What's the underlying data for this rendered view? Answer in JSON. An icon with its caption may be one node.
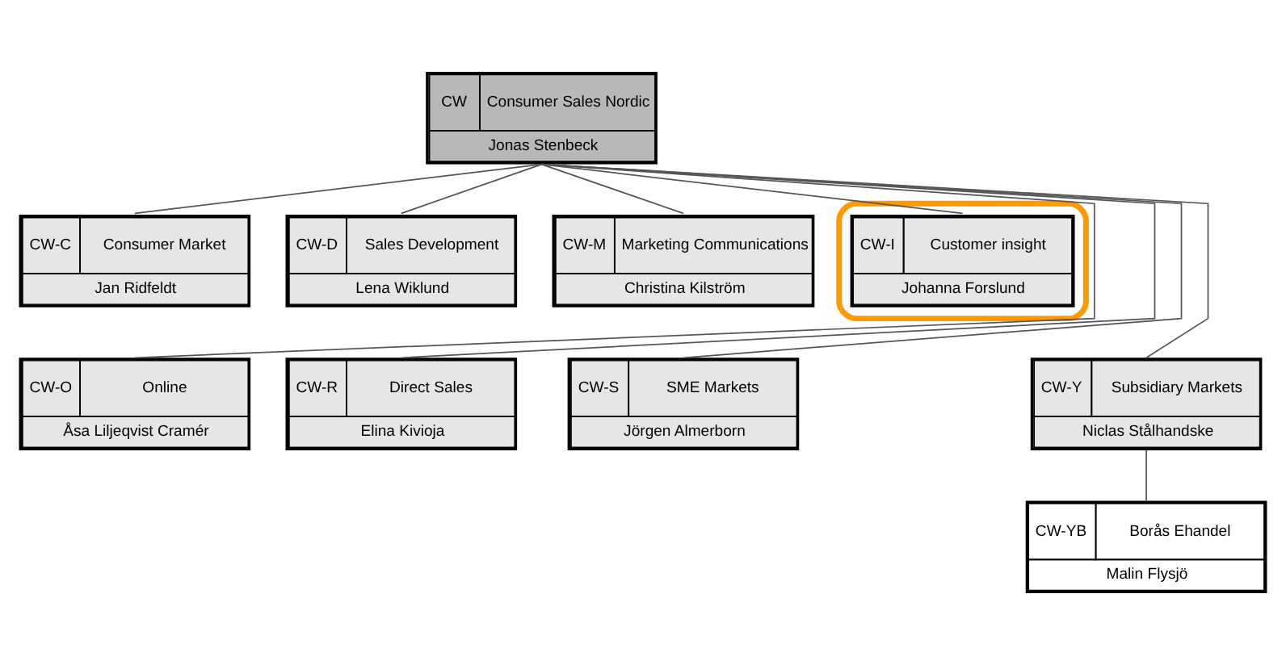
{
  "diagram": {
    "nodes": [
      {
        "text": [
          "CW",
          "Consumer Sales Nordic",
          "Jonas Stenbeck"
        ]
      },
      {
        "text": [
          "CW-C",
          "Consumer Market",
          "Jan Ridfeldt"
        ]
      },
      {
        "text": [
          "CW-D",
          "Sales Development",
          "Lena Wiklund"
        ]
      },
      {
        "text": [
          "CW-M",
          "Marketing Communications",
          "Christina Kilström"
        ]
      },
      {
        "text": [],
        "shape": "ellipse"
      },
      {
        "text": [
          "CW-I",
          "Customer insight",
          "Johanna Forslund"
        ],
        "in": 4
      },
      {
        "text": [
          "CW-O",
          "Online",
          "Åsa Liljeqvist Cramér"
        ]
      },
      {
        "text": [
          "CW-R",
          "Direct Sales",
          "Elina Kivioja"
        ]
      },
      {
        "text": [
          "CW-S",
          "SME Markets",
          "Jörgen Almerborn"
        ]
      },
      {
        "text": [
          "CW-Y",
          "Subsidiary Markets",
          "Niclas Stålhandske"
        ]
      },
      {
        "text": [
          "CW-YB",
          "Borås Ehandel",
          "Malin Flysjö"
        ]
      }
    ],
    "edges": [
      {
        "from": 0,
        "to": 1,
        "arrow": "none"
      },
      {
        "from": 0,
        "to": 2,
        "arrow": "none"
      },
      {
        "from": 0,
        "to": 3,
        "arrow": "none"
      },
      {
        "from": 0,
        "to": 5,
        "arrow": "none"
      },
      {
        "from": 0,
        "to": 6,
        "arrow": "none"
      },
      {
        "from": 0,
        "to": 7,
        "arrow": "none"
      },
      {
        "from": 0,
        "to": 8,
        "arrow": "none"
      },
      {
        "from": 0,
        "to": 9,
        "arrow": "none"
      },
      {
        "from": 9,
        "to": 10,
        "arrow": "none"
      }
    ]
  }
}
